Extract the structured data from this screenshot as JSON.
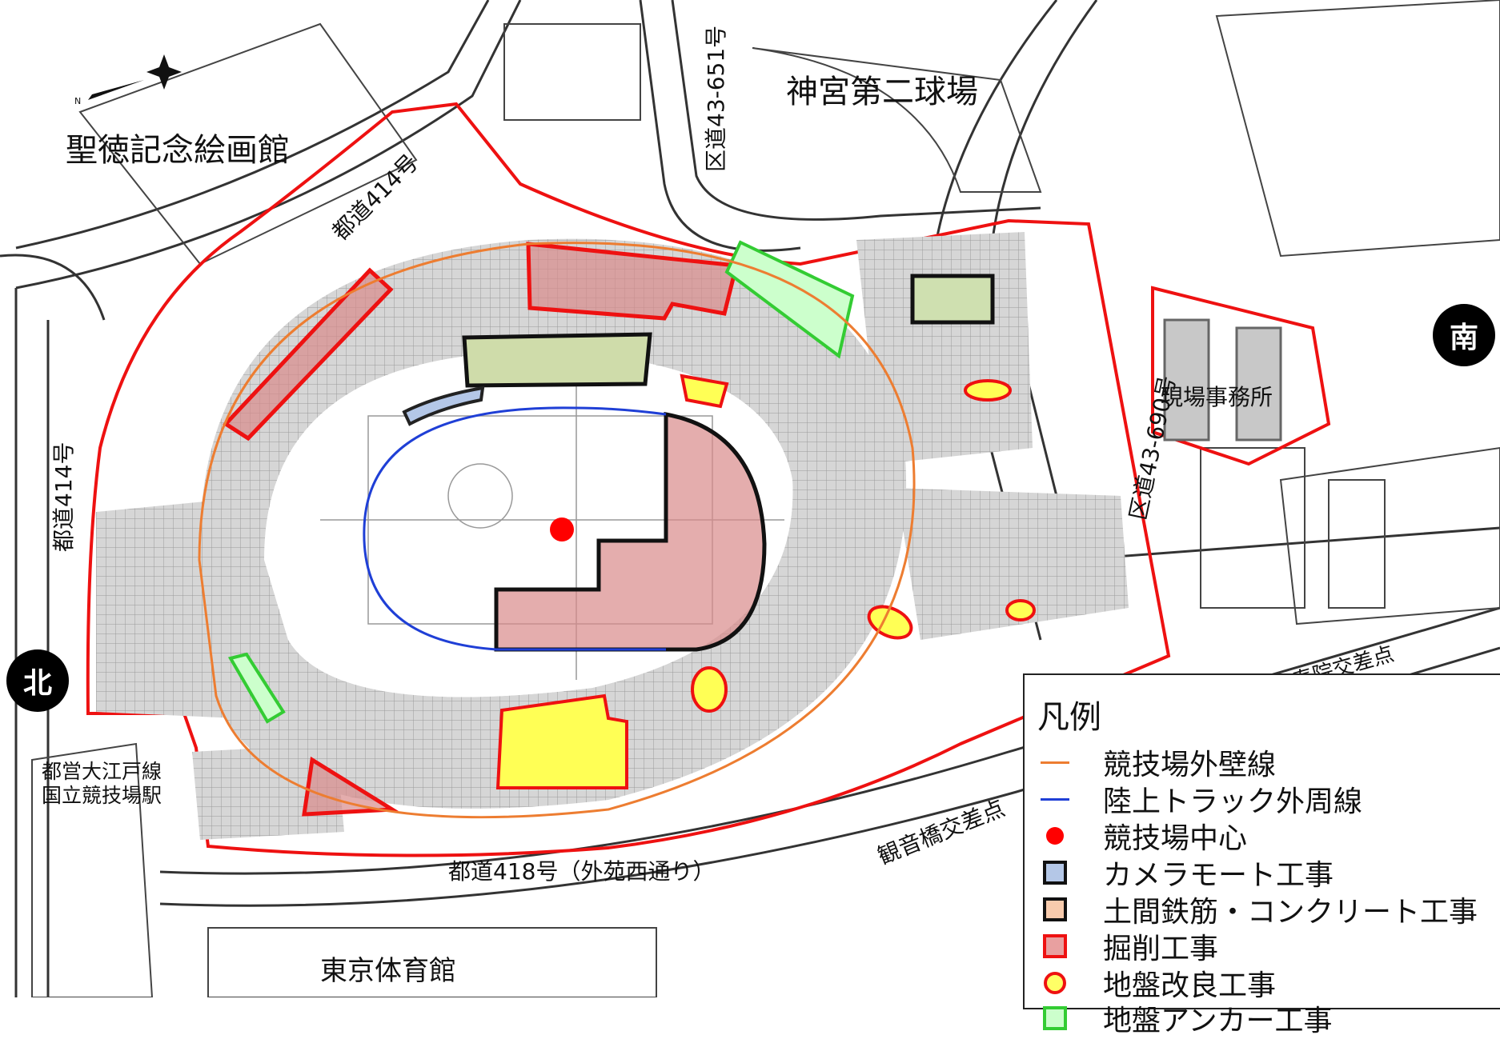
{
  "places": {
    "seitoku": "聖徳記念絵画館",
    "jingu2": "神宮第二球場",
    "genba": "現場事務所",
    "tokyo_taiikukan": "東京体育館",
    "station_line1": "都営大江戸線",
    "station_line2": "国立競技場駅"
  },
  "roads": {
    "toudou414_top": "都道414号",
    "toudou414_left": "都道414号",
    "kudou_651": "区道43-651号",
    "kudou_690": "区道43-690号",
    "toudou418": "都道418号（外苑西通り）",
    "kannonbashi": "観音橋交差点",
    "senjuin": "仙寿院交差点"
  },
  "compass": {
    "north": "北",
    "south": "南"
  },
  "legend": {
    "title": "凡例",
    "items": [
      {
        "label": "競技場外壁線",
        "symbol": "orange-line-icon",
        "color": "#ed7d31"
      },
      {
        "label": "陸上トラック外周線",
        "symbol": "blue-line-icon",
        "color": "#1f3fd6"
      },
      {
        "label": "競技場中心",
        "symbol": "red-dot-icon",
        "color": "#ff0000"
      },
      {
        "label": "カメラモート工事",
        "symbol": "blue-square-icon",
        "color": "#b4c7e7"
      },
      {
        "label": "土間鉄筋・コンクリート工事",
        "symbol": "peach-square-icon",
        "color": "#f8cbad"
      },
      {
        "label": "掘削工事",
        "symbol": "red-square-icon",
        "color": "#e8a0a0"
      },
      {
        "label": "地盤改良工事",
        "symbol": "yellow-circle-icon",
        "color": "#ffff66"
      },
      {
        "label": "地盤アンカー工事",
        "symbol": "green-square-icon",
        "color": "#ccffcc"
      }
    ]
  }
}
